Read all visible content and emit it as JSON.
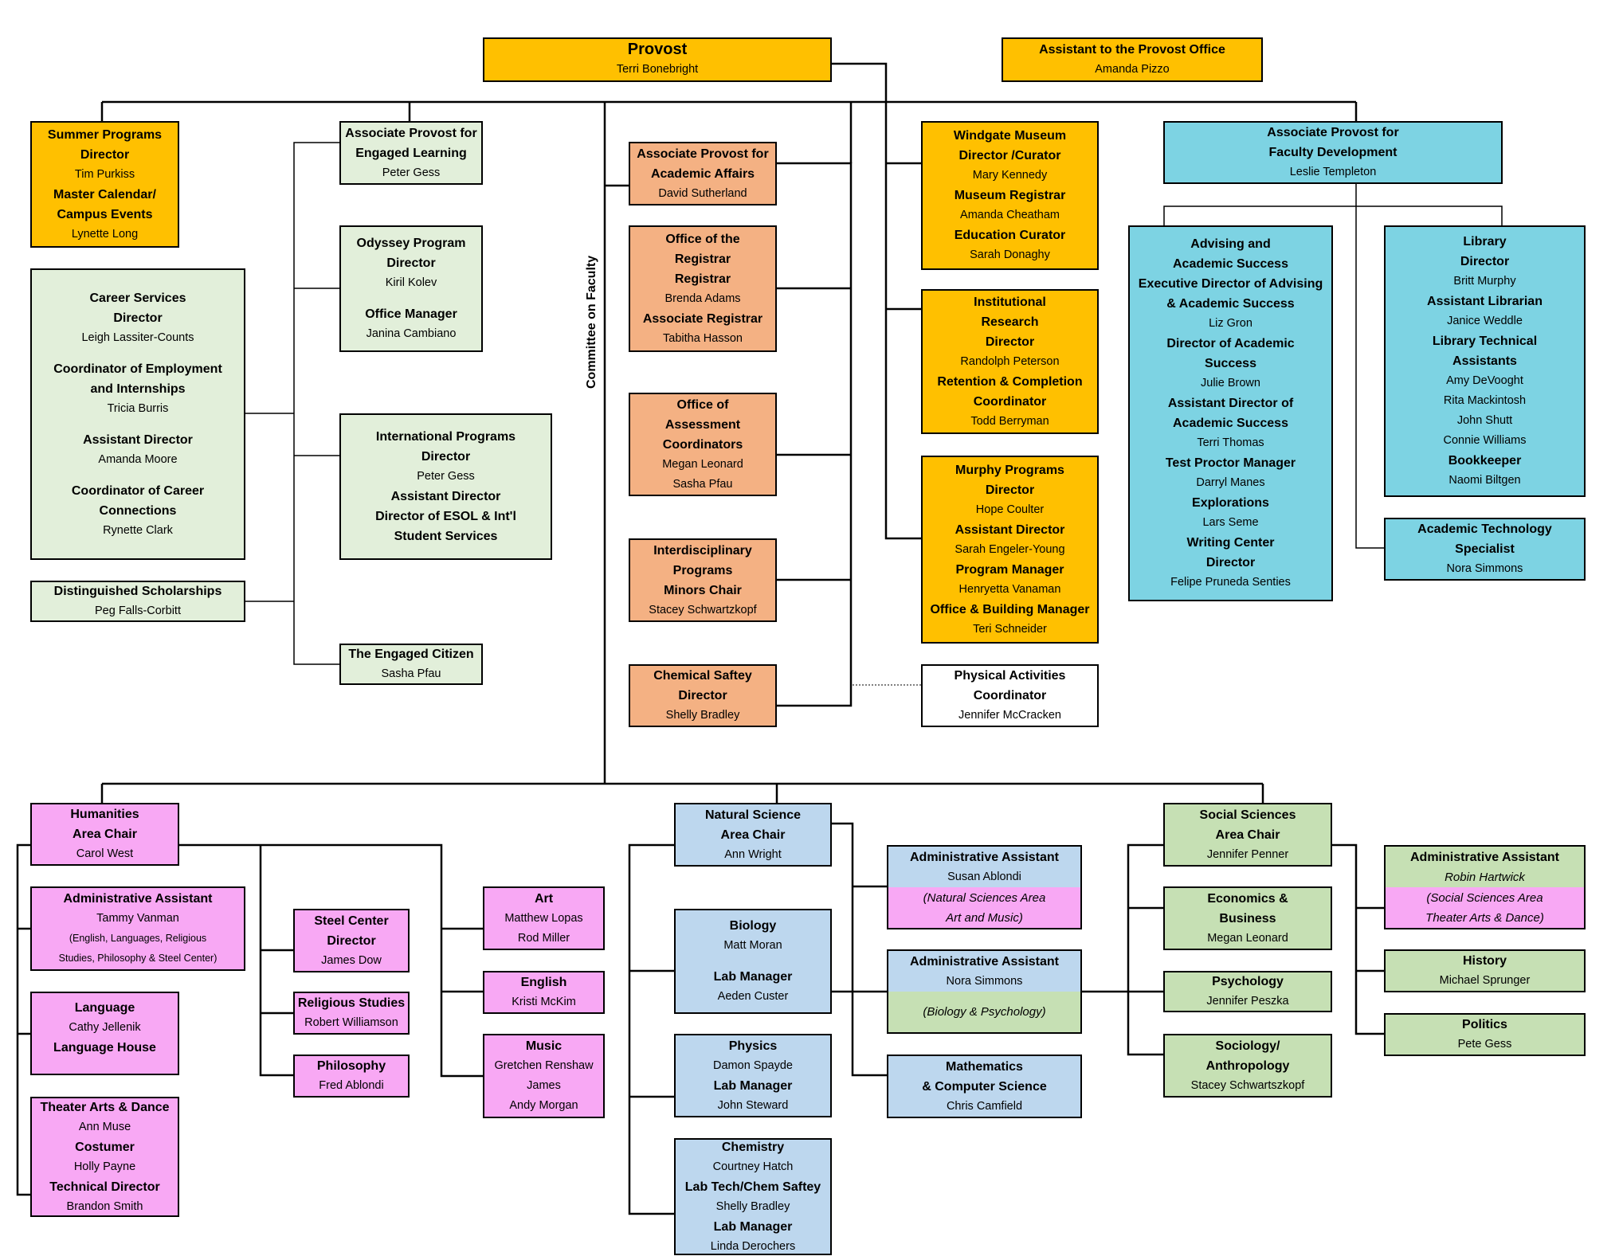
{
  "top": {
    "provost": {
      "title": "Provost",
      "name": "Terri Bonebright"
    },
    "assistant": {
      "title": "Assistant to the Provost Office",
      "name": "Amanda Pizzo"
    }
  },
  "side_label": "Committee on Faculty",
  "engaged_learning": {
    "summer": {
      "lines": [
        [
          "Summer Programs",
          "t"
        ],
        [
          "Director",
          "t"
        ],
        [
          "Tim Purkiss",
          "n"
        ],
        [
          "Master Calendar/",
          "t"
        ],
        [
          "Campus Events",
          "t"
        ],
        [
          "Lynette Long",
          "n"
        ]
      ]
    },
    "career": {
      "lines": [
        [
          "Career Services",
          "t"
        ],
        [
          "Director",
          "t"
        ],
        [
          "Leigh Lassiter-Counts",
          "n"
        ],
        [
          "",
          "gap"
        ],
        [
          "Coordinator of Employment",
          "t"
        ],
        [
          "and Internships",
          "t"
        ],
        [
          "Tricia Burris",
          "n"
        ],
        [
          "",
          "gap"
        ],
        [
          "Assistant Director",
          "t"
        ],
        [
          "Amanda Moore",
          "n"
        ],
        [
          "",
          "gap"
        ],
        [
          "Coordinator of Career",
          "t"
        ],
        [
          "Connections",
          "t"
        ],
        [
          "Rynette Clark",
          "n"
        ]
      ]
    },
    "distinguished": {
      "lines": [
        [
          "Distinguished Scholarships",
          "t"
        ],
        [
          "Peg Falls-Corbitt",
          "n"
        ]
      ]
    },
    "ap_engaged": {
      "lines": [
        [
          "Associate Provost for",
          "t"
        ],
        [
          "Engaged Learning",
          "t"
        ],
        [
          "Peter Gess",
          "n"
        ]
      ]
    },
    "odyssey": {
      "lines": [
        [
          "Odyssey Program",
          "t"
        ],
        [
          "Director",
          "t"
        ],
        [
          "Kiril Kolev",
          "n"
        ],
        [
          "",
          "gap"
        ],
        [
          "Office Manager",
          "t"
        ],
        [
          "Janina Cambiano",
          "n"
        ]
      ]
    },
    "international": {
      "lines": [
        [
          "International Programs",
          "t"
        ],
        [
          "Director",
          "t"
        ],
        [
          "Peter Gess",
          "n"
        ],
        [
          "Assistant Director",
          "t"
        ],
        [
          "Director of ESOL & Int'l",
          "t"
        ],
        [
          "Student Services",
          "t"
        ]
      ]
    },
    "engaged_citizen": {
      "lines": [
        [
          "The Engaged Citizen",
          "t"
        ],
        [
          "Sasha Pfau",
          "n"
        ]
      ]
    }
  },
  "academic_affairs": {
    "ap_academic": {
      "lines": [
        [
          "Associate Provost for",
          "t"
        ],
        [
          "Academic Affairs",
          "t"
        ],
        [
          "David Sutherland",
          "n"
        ]
      ]
    },
    "registrar": {
      "lines": [
        [
          "Office of the",
          "t"
        ],
        [
          "Registrar",
          "t"
        ],
        [
          "Registrar",
          "t"
        ],
        [
          "Brenda Adams",
          "n"
        ],
        [
          "Associate Registrar",
          "t"
        ],
        [
          "Tabitha Hasson",
          "n"
        ]
      ]
    },
    "assessment": {
      "lines": [
        [
          "Office of",
          "t"
        ],
        [
          "Assessment",
          "t"
        ],
        [
          "Coordinators",
          "t"
        ],
        [
          "Megan Leonard",
          "n"
        ],
        [
          "Sasha Pfau",
          "n"
        ]
      ]
    },
    "interdisciplinary": {
      "lines": [
        [
          "Interdisciplinary",
          "t"
        ],
        [
          "Programs",
          "t"
        ],
        [
          "Minors Chair",
          "t"
        ],
        [
          "Stacey Schwartzkopf",
          "n"
        ]
      ]
    },
    "chemical": {
      "lines": [
        [
          "Chemical Saftey",
          "t"
        ],
        [
          "Director",
          "t"
        ],
        [
          "Shelly Bradley",
          "n"
        ]
      ]
    }
  },
  "programs": {
    "windgate": {
      "lines": [
        [
          "Windgate Museum",
          "t"
        ],
        [
          "Director /Curator",
          "t"
        ],
        [
          "Mary Kennedy",
          "n"
        ],
        [
          "Museum Registrar",
          "t"
        ],
        [
          "Amanda Cheatham",
          "n"
        ],
        [
          "Education Curator",
          "t"
        ],
        [
          "Sarah Donaghy",
          "n"
        ]
      ]
    },
    "research": {
      "lines": [
        [
          "Institutional",
          "t"
        ],
        [
          "Research",
          "t"
        ],
        [
          "Director",
          "t"
        ],
        [
          "Randolph Peterson",
          "n"
        ],
        [
          "Retention & Completion",
          "t"
        ],
        [
          "Coordinator",
          "t"
        ],
        [
          "Todd Berryman",
          "n"
        ]
      ]
    },
    "murphy": {
      "lines": [
        [
          "Murphy Programs",
          "t"
        ],
        [
          "Director",
          "t"
        ],
        [
          "Hope Coulter",
          "n"
        ],
        [
          "Assistant Director",
          "t"
        ],
        [
          "Sarah Engeler-Young",
          "n"
        ],
        [
          "Program Manager",
          "t"
        ],
        [
          "Henryetta Vanaman",
          "n"
        ],
        [
          "Office & Building Manager",
          "t"
        ],
        [
          "Teri Schneider",
          "n"
        ]
      ]
    },
    "physical": {
      "lines": [
        [
          "Physical Activities",
          "t"
        ],
        [
          "Coordinator",
          "t"
        ],
        [
          "Jennifer McCracken",
          "n"
        ]
      ]
    }
  },
  "faculty_dev": {
    "ap_faculty": {
      "lines": [
        [
          "Associate Provost for",
          "t"
        ],
        [
          "Faculty Development",
          "t"
        ],
        [
          "Leslie Templeton",
          "n"
        ]
      ]
    },
    "advising": {
      "lines": [
        [
          "Advising and",
          "t"
        ],
        [
          "Academic Success",
          "t"
        ],
        [
          "Executive Director of Advising",
          "t"
        ],
        [
          "& Academic Success",
          "t"
        ],
        [
          "Liz Gron",
          "n"
        ],
        [
          "Director of Academic",
          "t"
        ],
        [
          "Success",
          "t"
        ],
        [
          "Julie Brown",
          "n"
        ],
        [
          "Assistant Director of",
          "t"
        ],
        [
          "Academic Success",
          "t"
        ],
        [
          "Terri Thomas",
          "n"
        ],
        [
          "Test Proctor Manager",
          "t"
        ],
        [
          "Darryl Manes",
          "n"
        ],
        [
          "Explorations",
          "t"
        ],
        [
          "Lars Seme",
          "n"
        ],
        [
          "Writing Center",
          "t"
        ],
        [
          "Director",
          "t"
        ],
        [
          "Felipe Pruneda Senties",
          "n"
        ]
      ]
    },
    "library": {
      "lines": [
        [
          "Library",
          "t"
        ],
        [
          "Director",
          "t"
        ],
        [
          "Britt Murphy",
          "n"
        ],
        [
          "Assistant Librarian",
          "t"
        ],
        [
          "Janice Weddle",
          "n"
        ],
        [
          "Library Technical",
          "t"
        ],
        [
          "Assistants",
          "t"
        ],
        [
          "Amy DeVooght",
          "n"
        ],
        [
          "Rita Mackintosh",
          "n"
        ],
        [
          "John Shutt",
          "n"
        ],
        [
          "Connie Williams",
          "n"
        ],
        [
          "Bookkeeper",
          "t"
        ],
        [
          "Naomi Biltgen",
          "n"
        ]
      ]
    },
    "acad_tech": {
      "lines": [
        [
          "Academic Technology",
          "t"
        ],
        [
          "Specialist",
          "t"
        ],
        [
          "Nora Simmons",
          "n"
        ]
      ]
    }
  },
  "humanities": {
    "chair": {
      "lines": [
        [
          "Humanities",
          "t"
        ],
        [
          "Area Chair",
          "t"
        ],
        [
          "Carol West",
          "n"
        ]
      ]
    },
    "admin": {
      "lines": [
        [
          "Administrative Assistant",
          "t"
        ],
        [
          "Tammy Vanman",
          "n"
        ],
        [
          "(English, Languages, Religious",
          "n sm"
        ],
        [
          "Studies, Philosophy & Steel Center)",
          "n sm"
        ]
      ]
    },
    "language": {
      "lines": [
        [
          "Language",
          "t"
        ],
        [
          "Cathy Jellenik",
          "n"
        ],
        [
          "Language House",
          "t"
        ],
        [
          "",
          "gap"
        ]
      ]
    },
    "theater": {
      "lines": [
        [
          "Theater Arts & Dance",
          "t"
        ],
        [
          "Ann Muse",
          "n"
        ],
        [
          "Costumer",
          "t"
        ],
        [
          "Holly Payne",
          "n"
        ],
        [
          "Technical Director",
          "t"
        ],
        [
          "Brandon Smith",
          "n"
        ]
      ]
    },
    "steel": {
      "lines": [
        [
          "Steel Center",
          "t"
        ],
        [
          "Director",
          "t"
        ],
        [
          "James Dow",
          "n"
        ]
      ]
    },
    "religious": {
      "lines": [
        [
          "Religious Studies",
          "t"
        ],
        [
          "Robert Williamson",
          "n"
        ]
      ]
    },
    "philosophy": {
      "lines": [
        [
          "Philosophy",
          "t"
        ],
        [
          "Fred Ablondi",
          "n"
        ]
      ]
    },
    "art": {
      "lines": [
        [
          "Art",
          "t"
        ],
        [
          "Matthew Lopas",
          "n"
        ],
        [
          "Rod Miller",
          "n"
        ]
      ]
    },
    "english": {
      "lines": [
        [
          "English",
          "t"
        ],
        [
          "Kristi McKim",
          "n"
        ]
      ]
    },
    "music": {
      "lines": [
        [
          "Music",
          "t"
        ],
        [
          "Gretchen Renshaw",
          "n"
        ],
        [
          "James",
          "n"
        ],
        [
          "Andy Morgan",
          "n"
        ]
      ]
    }
  },
  "natural_science": {
    "chair": {
      "lines": [
        [
          "Natural Science",
          "t"
        ],
        [
          "Area Chair",
          "t"
        ],
        [
          "Ann Wright",
          "n"
        ]
      ]
    },
    "biology": {
      "lines": [
        [
          "Biology",
          "t"
        ],
        [
          "Matt Moran",
          "n"
        ],
        [
          "",
          "gap"
        ],
        [
          "Lab Manager",
          "t"
        ],
        [
          "Aeden Custer",
          "n"
        ]
      ]
    },
    "physics": {
      "lines": [
        [
          "Physics",
          "t"
        ],
        [
          "Damon Spayde",
          "n"
        ],
        [
          "Lab Manager",
          "t"
        ],
        [
          "John Steward",
          "n"
        ]
      ]
    },
    "chemistry": {
      "lines": [
        [
          "Chemistry",
          "t"
        ],
        [
          "Courtney Hatch",
          "n"
        ],
        [
          "Lab Tech/Chem Saftey",
          "t"
        ],
        [
          "Shelly Bradley",
          "n"
        ],
        [
          "Lab Manager",
          "t"
        ],
        [
          "Linda Derochers",
          "n"
        ]
      ]
    },
    "admin_susan": {
      "top": [
        [
          "Administrative Assistant",
          "t"
        ],
        [
          "Susan Ablondi",
          "n"
        ]
      ],
      "bottom": [
        [
          "(Natural Sciences Area",
          "i"
        ],
        [
          "Art and Music)",
          "i"
        ]
      ]
    },
    "admin_nora": {
      "top": [
        [
          "Administrative Assistant",
          "t"
        ],
        [
          "Nora Simmons",
          "n"
        ]
      ],
      "bottom": [
        [
          "(Biology & Psychology)",
          "i"
        ]
      ]
    },
    "math": {
      "lines": [
        [
          "Mathematics",
          "t"
        ],
        [
          "& Computer Science",
          "t"
        ],
        [
          "Chris Camfield",
          "n"
        ]
      ]
    }
  },
  "social_science": {
    "chair": {
      "lines": [
        [
          "Social Sciences",
          "t"
        ],
        [
          "Area Chair",
          "t"
        ],
        [
          "Jennifer Penner",
          "n"
        ]
      ]
    },
    "economics": {
      "lines": [
        [
          "Economics &",
          "t"
        ],
        [
          "Business",
          "t"
        ],
        [
          "Megan Leonard",
          "n"
        ]
      ]
    },
    "psychology": {
      "lines": [
        [
          "Psychology",
          "t"
        ],
        [
          "Jennifer Peszka",
          "n"
        ]
      ]
    },
    "sociology": {
      "lines": [
        [
          "Sociology/",
          "t"
        ],
        [
          "Anthropology",
          "t"
        ],
        [
          "Stacey Schwartszkopf",
          "n"
        ]
      ]
    },
    "admin_robin": {
      "top": [
        [
          "Administrative Assistant",
          "t"
        ],
        [
          "Robin Hartwick",
          "i"
        ]
      ],
      "bottom": [
        [
          "(Social Sciences Area",
          "i"
        ],
        [
          "Theater Arts & Dance)",
          "i"
        ]
      ]
    },
    "history": {
      "lines": [
        [
          "History",
          "t"
        ],
        [
          "Michael Sprunger",
          "n"
        ]
      ]
    },
    "politics": {
      "lines": [
        [
          "Politics",
          "t"
        ],
        [
          "Pete Gess",
          "n"
        ]
      ]
    }
  },
  "colors": {
    "gold": "#FFC000",
    "green": "#E2EFDA",
    "orange": "#F4B183",
    "teal": "#7DD3E3",
    "pink": "#F8A8F4",
    "blue": "#BDD7EE",
    "sage": "#C6E0B4"
  }
}
